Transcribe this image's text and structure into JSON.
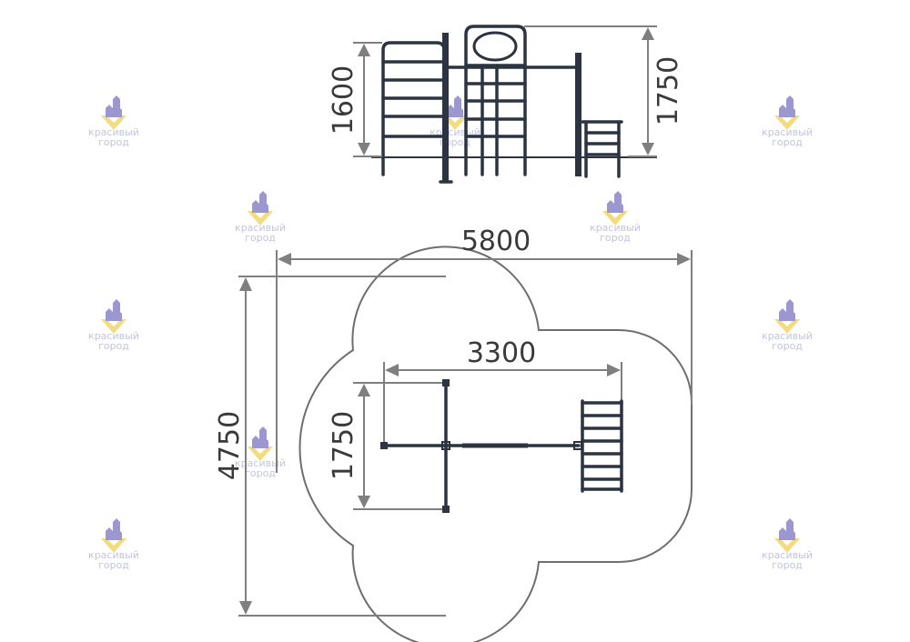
{
  "dimensions": {
    "front_height_left": "1600",
    "front_height_right": "1750",
    "total_width": "5800",
    "total_depth": "4750",
    "equipment_width": "3300",
    "equipment_depth": "1750"
  },
  "watermark": {
    "line1": "красивый",
    "line2": "город"
  },
  "colors": {
    "frame": "#2b3440",
    "dimension": "#7f7f7f",
    "zone": "#6e6e6e",
    "watermark_gold": "#f1d56b",
    "watermark_violet": "#8d86c9"
  }
}
